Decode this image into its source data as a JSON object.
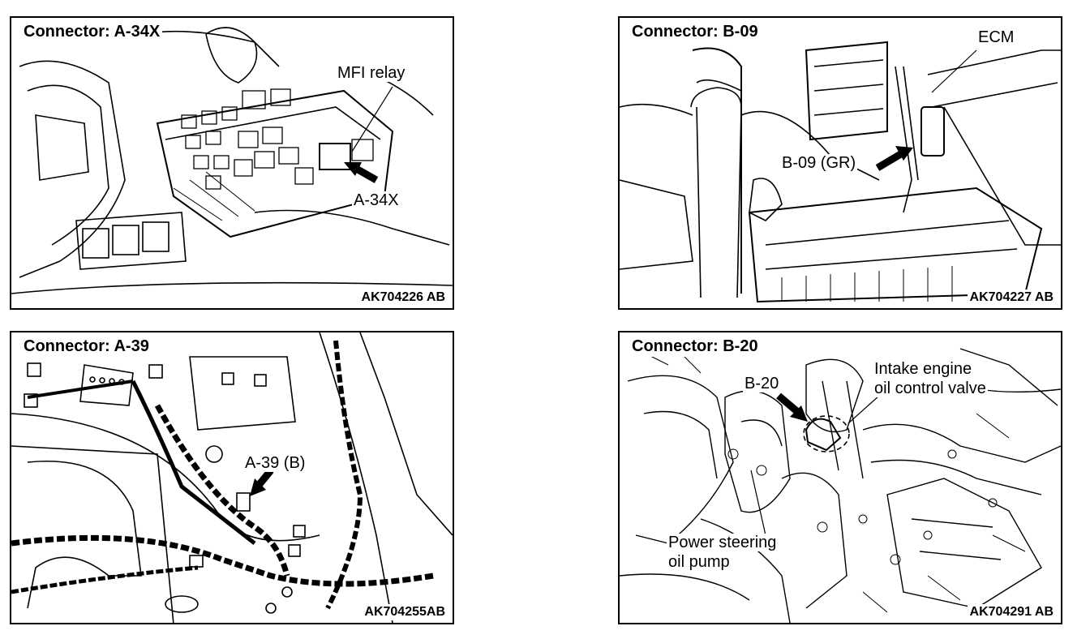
{
  "panels": [
    {
      "title": "Connector: A-34X",
      "code": "AK704226 AB",
      "labels": {
        "relay": "MFI relay",
        "connector": "A-34X"
      }
    },
    {
      "title": "Connector: B-09",
      "code": "AK704227 AB",
      "labels": {
        "ecm": "ECM",
        "connector": "B-09 (GR)"
      }
    },
    {
      "title": "Connector: A-39",
      "code": "AK704255AB",
      "labels": {
        "connector": "A-39 (B)"
      }
    },
    {
      "title": "Connector: B-20",
      "code": "AK704291 AB",
      "labels": {
        "connector": "B-20",
        "valve_line1": "Intake engine",
        "valve_line2": "oil control valve",
        "pump_line1": "Power steering",
        "pump_line2": "oil pump"
      }
    }
  ]
}
